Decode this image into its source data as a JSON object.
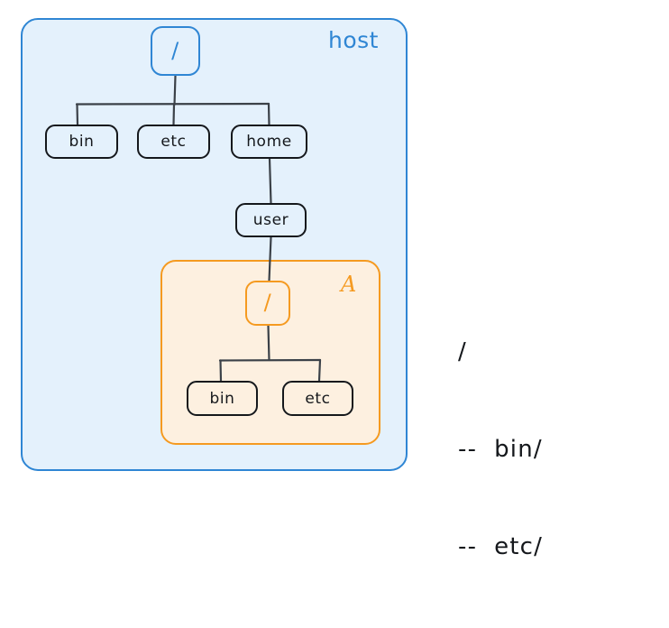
{
  "diagram": {
    "title": "container-filesystem-namespace-diagram",
    "colors": {
      "host_border": "#2f86d4",
      "host_fill": "#e4f1fc",
      "container_border": "#f59a20",
      "container_fill": "#fdf0e0",
      "node_border": "#15181c",
      "text": "#15181c"
    },
    "host": {
      "label": "host",
      "root": {
        "label": "/"
      },
      "children": [
        {
          "label": "bin"
        },
        {
          "label": "etc"
        },
        {
          "label": "home"
        }
      ],
      "home_child": {
        "label": "user"
      }
    },
    "container": {
      "label": "A",
      "root": {
        "label": "/"
      },
      "children": [
        {
          "label": "bin"
        },
        {
          "label": "etc"
        }
      ]
    },
    "listing": {
      "lines": [
        "/",
        "--  bin/",
        "--  etc/"
      ]
    }
  }
}
